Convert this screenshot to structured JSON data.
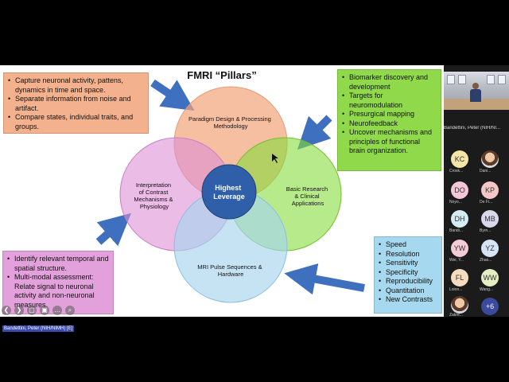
{
  "slide": {
    "title": "FMRI “Pillars”",
    "box_top_left": [
      "Capture neuronal activity, pattens, dynamics in time and space.",
      "Separate information from noise and artifact.",
      "Compare states, individual traits, and groups."
    ],
    "box_top_right": [
      "Biomarker discovery and development",
      "Targets for neuromodulation",
      "Presurgical mapping",
      "Neurofeedback",
      "Uncover mechanisms and principles of functional brain organization."
    ],
    "box_bottom_left": [
      "Identify relevant temporal and spatial structure.",
      "Multi-modal assessment: Relate signal to neuronal activity and non-neuronal",
      "measures."
    ],
    "box_bottom_right": [
      "Speed",
      "Resolution",
      "Sensitivity",
      "Specificity",
      "Reproducibility",
      "Quantitation",
      "New Contrasts"
    ],
    "circle_top": [
      "Paradigm Design & Processing",
      "Methodology"
    ],
    "circle_left": [
      "Interpretation",
      "of Contrast",
      "Mechanisms &",
      "Physiology"
    ],
    "circle_right": [
      "Basic Research",
      "& Clinical",
      "Applications"
    ],
    "circle_bottom": [
      "MRI Pulse Sequences &",
      "Hardware"
    ],
    "center": [
      "Highest",
      "Leverage"
    ]
  },
  "colors": {
    "circle_top": "#f4a47a",
    "circle_left": "#dc8fd6",
    "circle_right": "#86dc3c",
    "circle_bottom": "#a8d4ee",
    "center": "#2f5fa8",
    "arrow": "#3f6fbf"
  },
  "panel": {
    "presenter_name": "Bandettini, Peter (NIH/NI...",
    "participants": [
      {
        "initials": "KC",
        "name": "Crosk...",
        "color": "#f5e6a8"
      },
      {
        "initials": "",
        "name": "Dani...",
        "color": "photo"
      },
      {
        "initials": "DO",
        "name": "Noyo...",
        "color": "#f4c6d8"
      },
      {
        "initials": "KP",
        "name": "De Fi...",
        "color": "#f4c6c6"
      },
      {
        "initials": "DH",
        "name": "Bandi...",
        "color": "#d4ecf4"
      },
      {
        "initials": "MB",
        "name": "Byrn...",
        "color": "#d8d8ec"
      },
      {
        "initials": "YW",
        "name": "Wei, Y...",
        "color": "#f4ccd8"
      },
      {
        "initials": "YZ",
        "name": "Zhao...",
        "color": "#d4e4f4"
      },
      {
        "initials": "FL",
        "name": "Loion...",
        "color": "#f4dcc0"
      },
      {
        "initials": "WW",
        "name": "Wang...",
        "color": "#e4f0c4"
      },
      {
        "initials": "",
        "name": "Zakre...",
        "color": "photo"
      },
      {
        "initials": "+6",
        "name": "",
        "color": "more"
      }
    ]
  },
  "screen_share_label": "Bandettini, Peter (NIH/NIMH) [E]",
  "controls": [
    "❮",
    "❯",
    "▢",
    "▣",
    "…",
    "⌕"
  ]
}
